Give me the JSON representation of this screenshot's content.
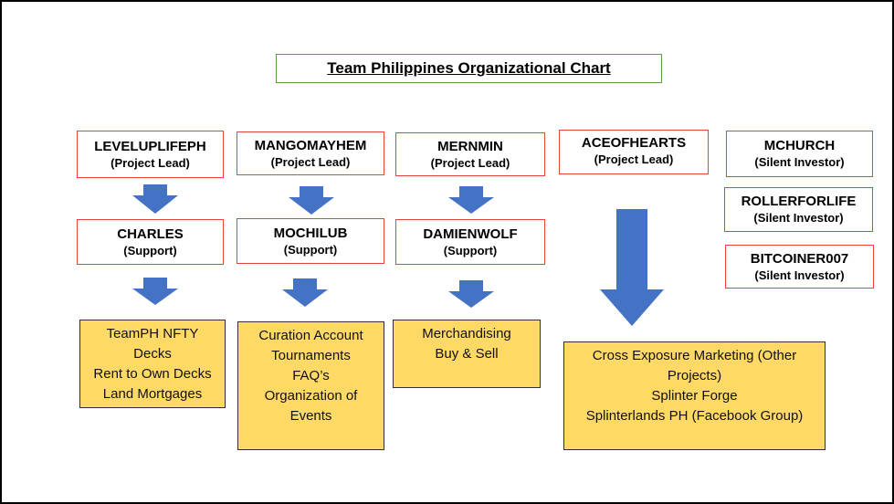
{
  "title": "Team Philippines Organizational Chart",
  "colors": {
    "arrow": "#4472c4",
    "node_border": "#e0443a",
    "box_fill": "#ffd966",
    "title_border": "#5b9a45"
  },
  "leads": [
    {
      "name": "LEVELUPLIFEPH",
      "role": "(Project Lead)"
    },
    {
      "name": "MANGOMAYHEM",
      "role": "(Project Lead)"
    },
    {
      "name": "MERNMIN",
      "role": "(Project Lead)"
    },
    {
      "name": "ACEOFHEARTS",
      "role": "(Project Lead)"
    }
  ],
  "support": [
    {
      "name": "CHARLES",
      "role": "(Support)"
    },
    {
      "name": "MOCHILUB",
      "role": "(Support)"
    },
    {
      "name": "DAMIENWOLF",
      "role": "(Support)"
    }
  ],
  "investors": [
    {
      "name": "MCHURCH",
      "role": "(Silent Investor)"
    },
    {
      "name": "ROLLERFORLIFE",
      "role": "(Silent Investor)"
    },
    {
      "name": "BITCOINER007",
      "role": "(Silent Investor)"
    }
  ],
  "responsibilities": [
    {
      "lines": [
        "TeamPH NFTY",
        "Decks",
        "Rent to Own Decks",
        "Land Mortgages"
      ]
    },
    {
      "lines": [
        "Curation Account",
        "Tournaments",
        "FAQ’s",
        "Organization of",
        "Events"
      ]
    },
    {
      "lines": [
        "Merchandising",
        "Buy  & Sell"
      ]
    },
    {
      "lines": [
        "Cross Exposure Marketing (Other",
        "Projects)",
        "Splinter Forge",
        "Splinterlands PH (Facebook Group)"
      ]
    }
  ]
}
